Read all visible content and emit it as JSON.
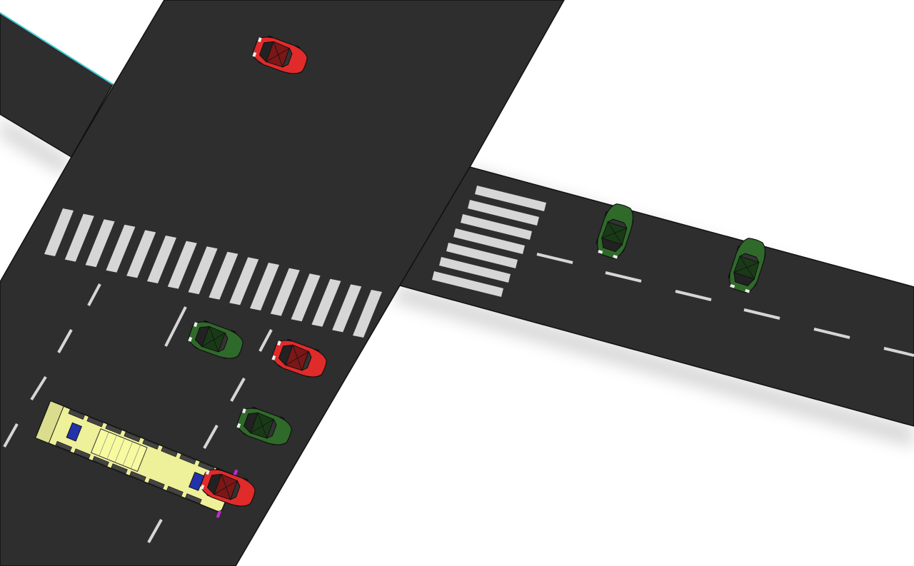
{
  "scene": {
    "background_color": "#ffffff",
    "road_color": "#2e2e2e",
    "marking_color": "#d6d6d6",
    "curb_accent_color": "#3fd0d8"
  },
  "vehicles": [
    {
      "kind": "car",
      "color": "#e12a2a",
      "heading": "south",
      "lane": "main-road-northbound-side"
    },
    {
      "kind": "car",
      "color": "#2f6a2a",
      "heading": "east",
      "lane": "side-road"
    },
    {
      "kind": "car",
      "color": "#2f6a2a",
      "heading": "east",
      "lane": "side-road"
    },
    {
      "kind": "bus",
      "color": "#eef09a",
      "heading": "north",
      "lane": "main-road-left"
    },
    {
      "kind": "car",
      "color": "#2f6a2a",
      "heading": "north",
      "lane": "main-road-queue"
    },
    {
      "kind": "car",
      "color": "#e12a2a",
      "heading": "north",
      "lane": "main-road-queue"
    },
    {
      "kind": "car",
      "color": "#2f6a2a",
      "heading": "north",
      "lane": "main-road-queue"
    },
    {
      "kind": "car",
      "color": "#e12a2a",
      "heading": "north",
      "lane": "main-road-queue"
    }
  ]
}
